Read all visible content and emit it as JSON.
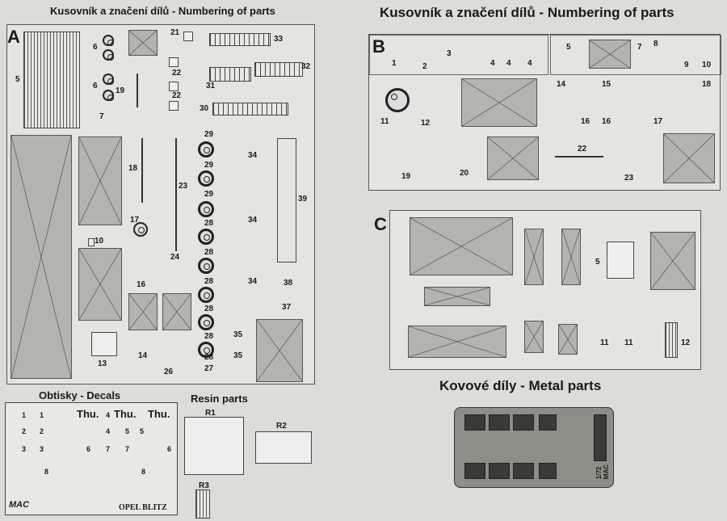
{
  "titles": {
    "sprue_a": "Kusovník a značení dílů - Numbering of parts",
    "sprues_bc": "Kusovník a značení dílů - Numbering of parts",
    "decals": "Obtisky - Decals",
    "resin": "Resin parts",
    "metal": "Kovové díly - Metal parts"
  },
  "sprue_letters": {
    "a": "A",
    "b": "B",
    "c": "C"
  },
  "sprue_a_labels": [
    "5",
    "6",
    "6",
    "7",
    "19",
    "21",
    "22",
    "22",
    "33",
    "32",
    "31",
    "30",
    "29",
    "29",
    "29",
    "28",
    "28",
    "28",
    "28",
    "28",
    "28",
    "18",
    "23",
    "34",
    "34",
    "34",
    "39",
    "17",
    "10",
    "16",
    "24",
    "38",
    "37",
    "35",
    "35",
    "14",
    "13",
    "26",
    "27"
  ],
  "sprue_b_labels": [
    "1",
    "2",
    "3",
    "4",
    "4",
    "4",
    "5",
    "7",
    "8",
    "9",
    "10",
    "11",
    "12",
    "14",
    "15",
    "16",
    "16",
    "17",
    "18",
    "19",
    "20",
    "22",
    "23"
  ],
  "sprue_c_labels": [
    "5",
    "11",
    "11",
    "12"
  ],
  "resin_labels": [
    "R1",
    "R2",
    "R3"
  ],
  "decal_labels": {
    "thu": [
      "Thu.",
      "Thu.",
      "Thu."
    ],
    "small": [
      "1",
      "1",
      "4",
      "2",
      "2",
      "4",
      "5",
      "5",
      "3",
      "3",
      "6",
      "6",
      "7",
      "7",
      "8",
      "8"
    ],
    "logo": "MAC",
    "kit_name": "OPEL BLITZ"
  },
  "pe_label": "1/72\nMAC"
}
